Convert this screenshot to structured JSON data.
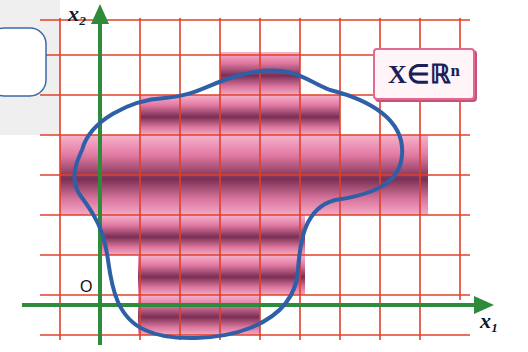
{
  "diagram": {
    "nodes": [
      {
        "text": [
          "X∈ℝⁿ"
        ]
      }
    ],
    "labels": [
      "x₂",
      "x₁",
      "O"
    ]
  }
}
